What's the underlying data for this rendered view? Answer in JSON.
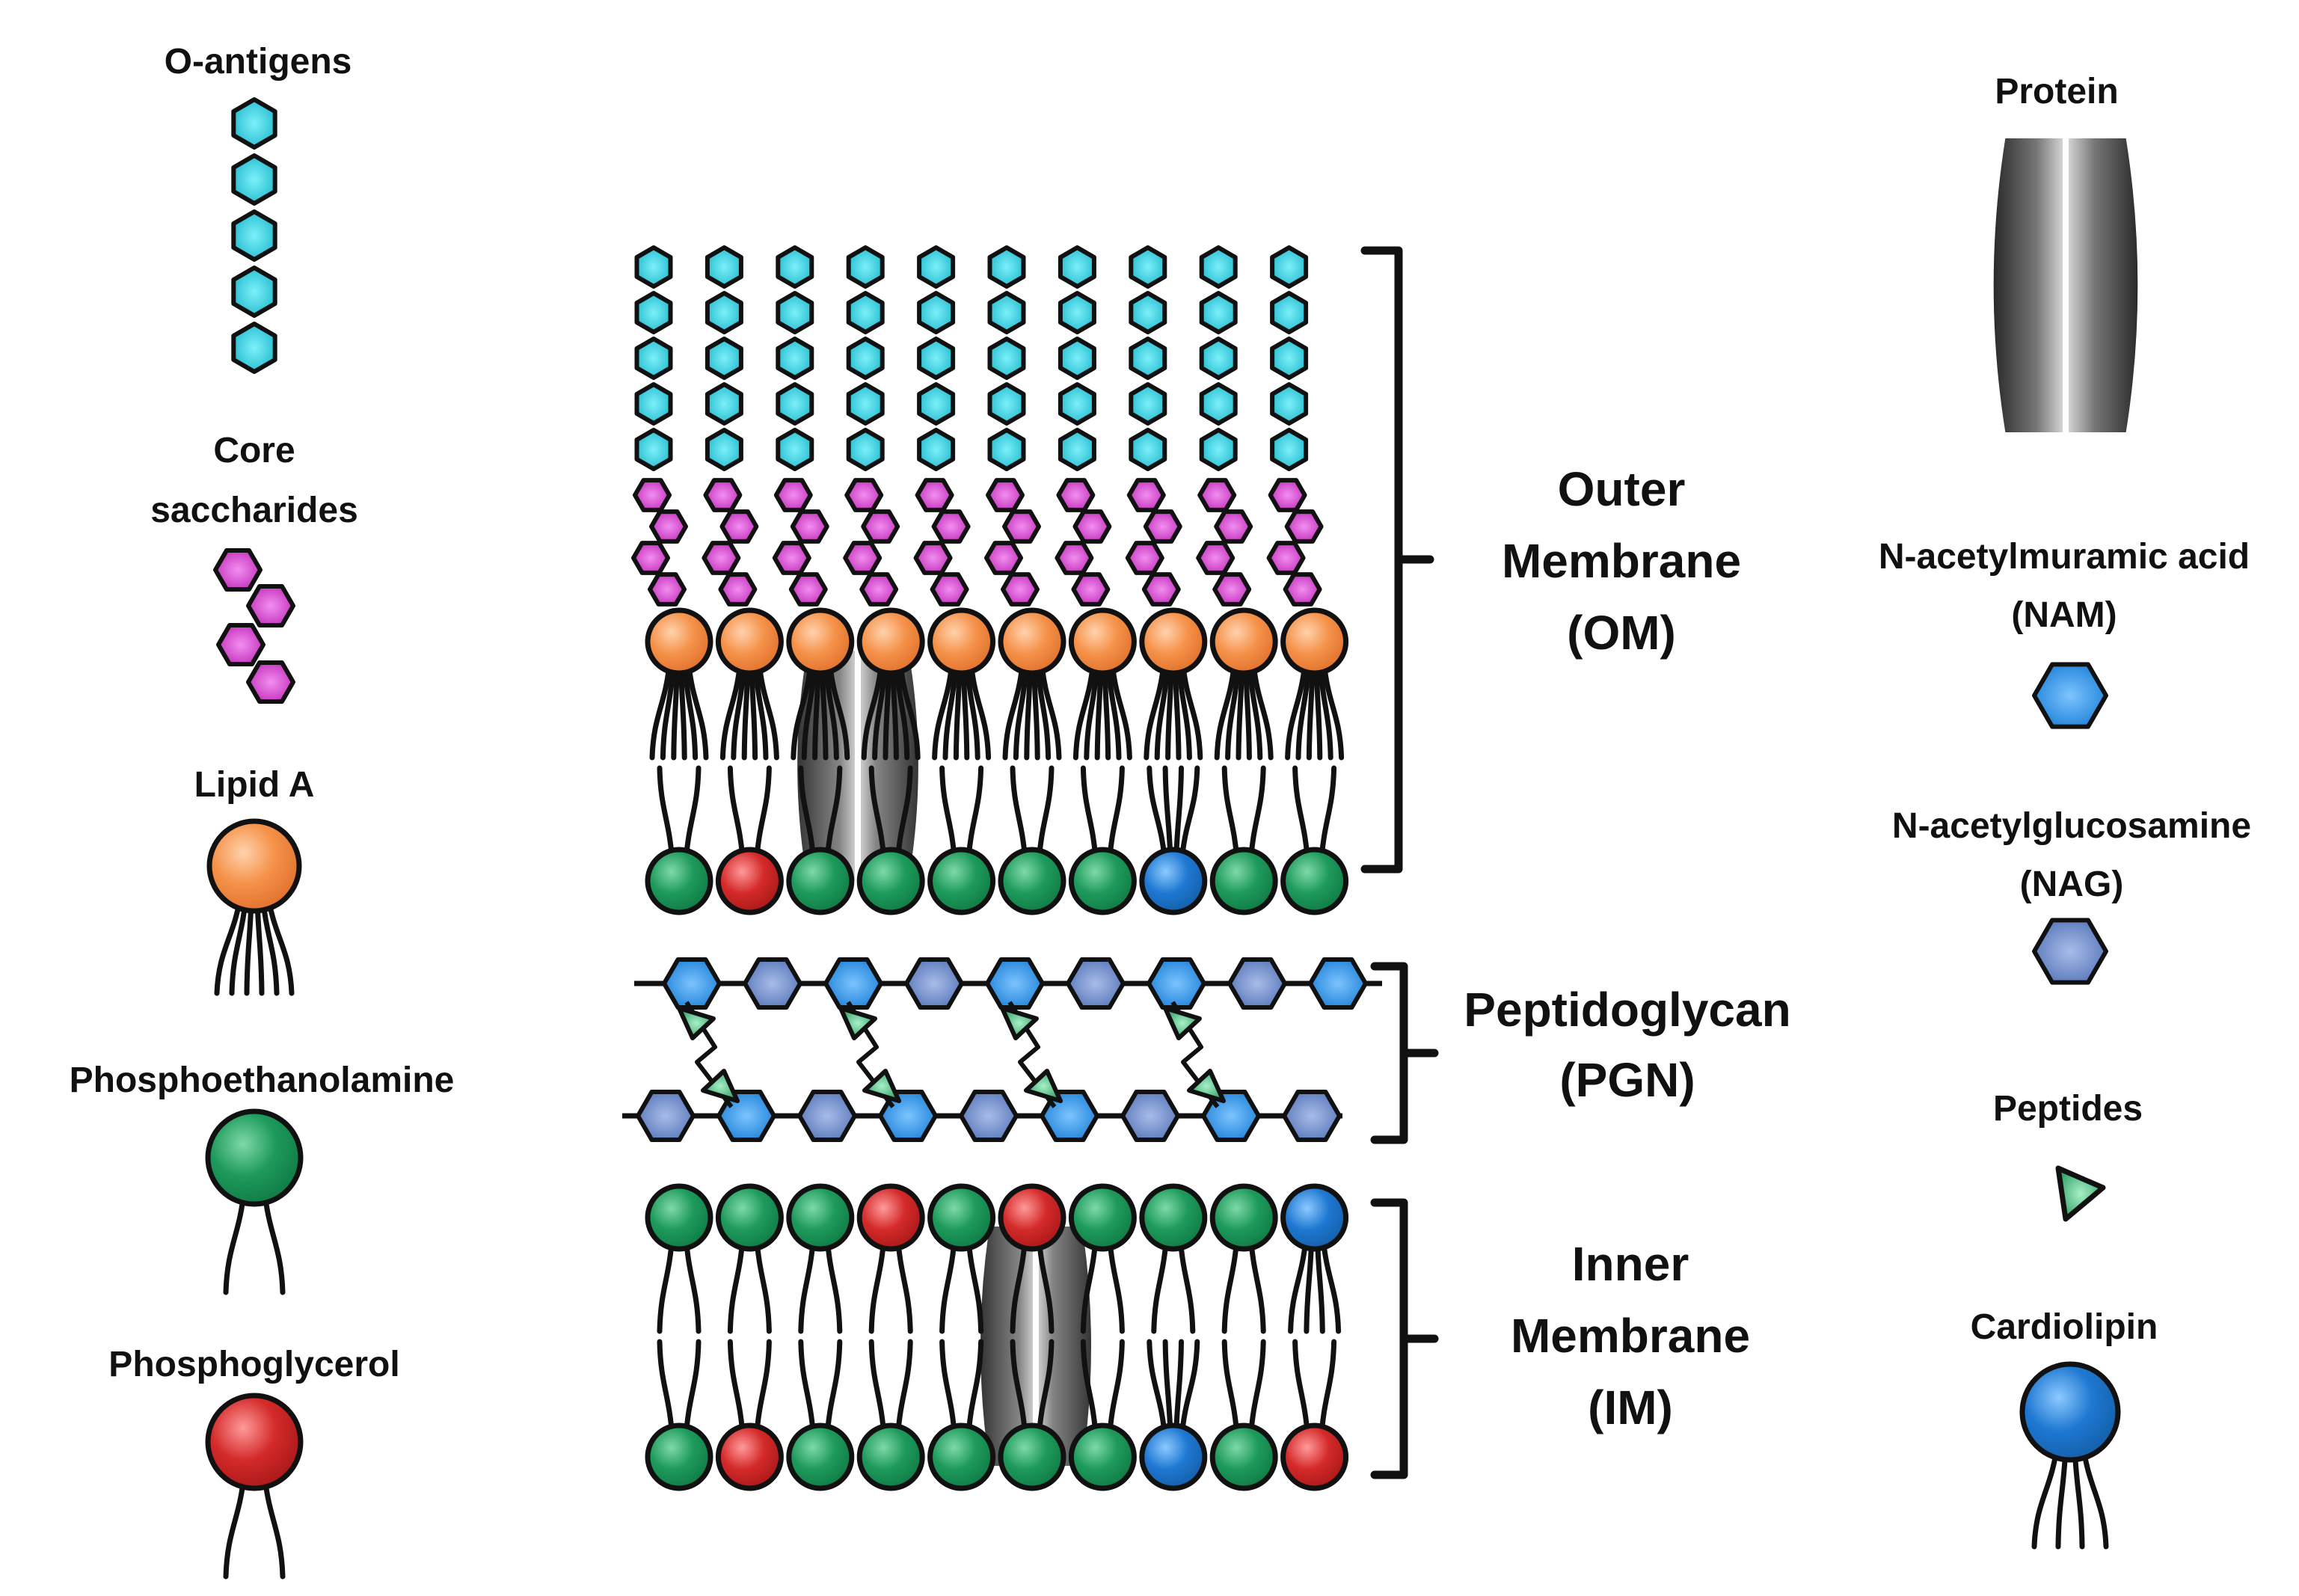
{
  "legend_left": {
    "o_antigens": "O-antigens",
    "core_saccharides": [
      "Core",
      "saccharides"
    ],
    "lipid_a": "Lipid A",
    "phosphoethanolamine": "Phosphoethanolamine",
    "phosphoglycerol": "Phosphoglycerol"
  },
  "legend_right": {
    "protein": "Protein",
    "nam": [
      "N-acetylmuramic acid",
      "(NAM)"
    ],
    "nag": [
      "N-acetylglucosamine",
      "(NAG)"
    ],
    "peptides": "Peptides",
    "cardiolipin": "Cardiolipin"
  },
  "regions": {
    "outer_membrane": [
      "Outer",
      "Membrane",
      "(OM)"
    ],
    "peptidoglycan": [
      "Peptidoglycan",
      "(PGN)"
    ],
    "inner_membrane": [
      "Inner",
      "Membrane",
      "(IM)"
    ]
  },
  "colors": {
    "o_antigen": "#2fd0e0",
    "core_saccharide": "#d040c8",
    "lipid_a": "#f5924a",
    "phosphoethanolamine": "#1e9a5c",
    "phosphoglycerol": "#d42a2a",
    "cardiolipin": "#1f78d2",
    "nam": "#2a8ee0",
    "nag": "#6a88c8",
    "peptide": "#3aa068",
    "protein": "#555555"
  },
  "membrane": {
    "om_inner_leaflet": [
      "pe",
      "pg",
      "pe",
      "pe",
      "pe",
      "pe",
      "pe",
      "cl",
      "pe",
      "pe"
    ],
    "im_outer_leaflet": [
      "pe",
      "pe",
      "pe",
      "pg",
      "pe",
      "pg",
      "pe",
      "pe",
      "pe",
      "cl"
    ],
    "im_inner_leaflet": [
      "pe",
      "pg",
      "pe",
      "pe",
      "pe",
      "pe",
      "pe",
      "cl",
      "pe",
      "pg"
    ]
  }
}
